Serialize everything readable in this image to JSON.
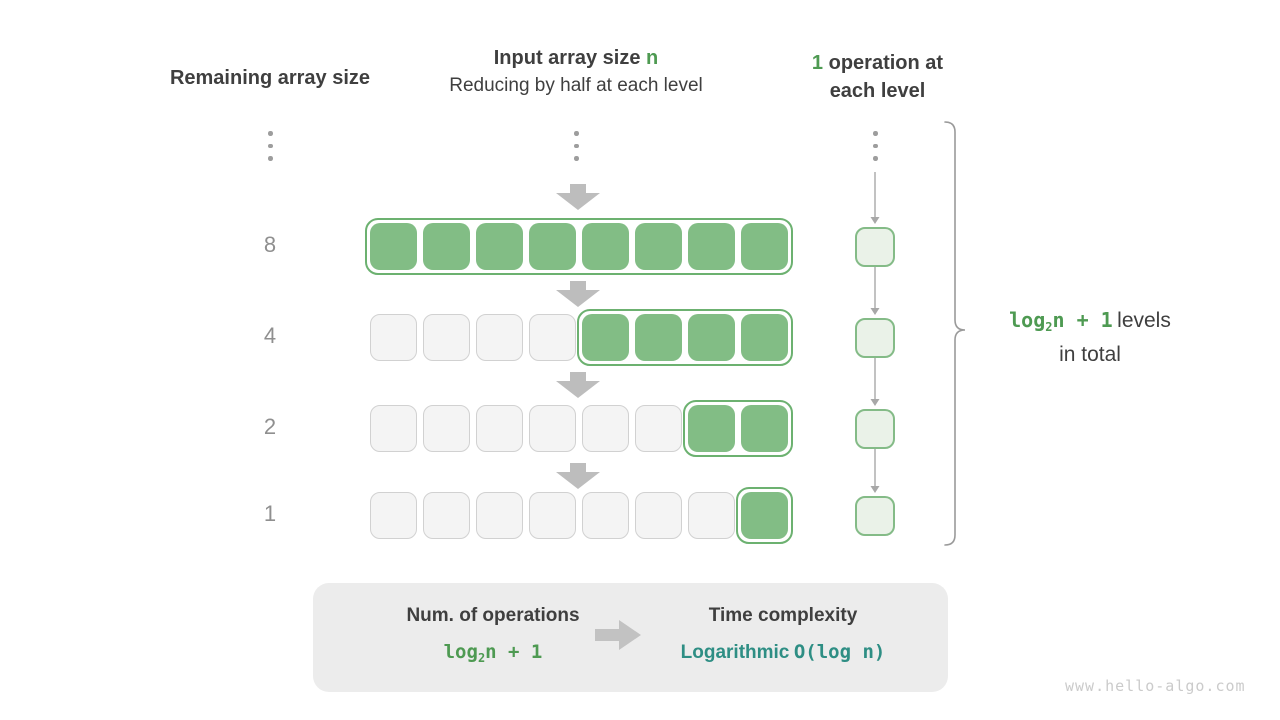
{
  "headers": {
    "left": "Remaining array size",
    "center_title_prefix": "Input array size ",
    "center_title_highlight": "n",
    "center_subtitle": "Reducing by half at each level",
    "right_highlight": "1",
    "right_line1_rest": " operation at",
    "right_line2": "each level"
  },
  "levels": {
    "rows": [
      {
        "label": "8",
        "total": 8,
        "active_start": 0,
        "active_count": 8
      },
      {
        "label": "4",
        "total": 8,
        "active_start": 4,
        "active_count": 4
      },
      {
        "label": "2",
        "total": 8,
        "active_start": 6,
        "active_count": 2
      },
      {
        "label": "1",
        "total": 8,
        "active_start": 7,
        "active_count": 1
      }
    ]
  },
  "brace_note": {
    "formula_pre": "log",
    "formula_sub": "2",
    "formula_post": "n + 1",
    "text_line1": "levels",
    "text_line2": "in total"
  },
  "summary": {
    "left_title": "Num. of operations",
    "left_formula_pre": "log",
    "left_formula_sub": "2",
    "left_formula_post": "n + 1",
    "right_title": "Time complexity",
    "right_value_name": "Logarithmic",
    "right_value_notation": "O(log n)"
  },
  "watermark": "www.hello-algo.com",
  "colors": {
    "accent_green": "#4e9a52",
    "cell_green": "#82bd85",
    "cell_gray": "#f4f4f4",
    "group_border_green": "#6cb170",
    "ops_fill_green": "#eaf2e8",
    "teal": "#2e8e84",
    "summary_bg": "#ececec",
    "muted_gray_text": "#8f8f8f"
  }
}
